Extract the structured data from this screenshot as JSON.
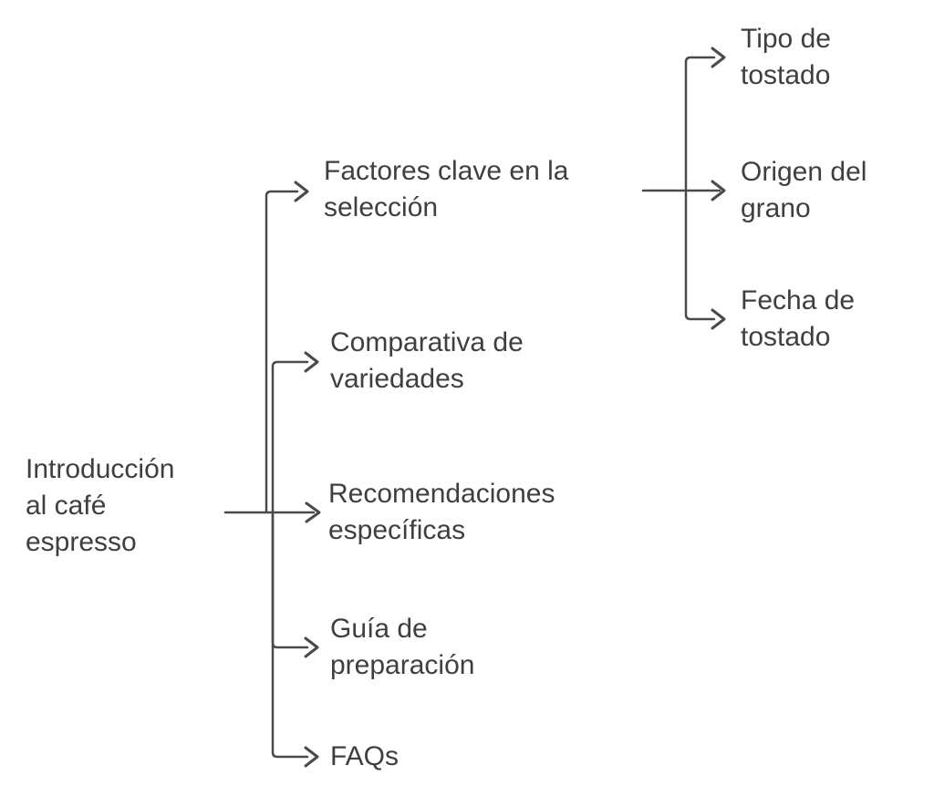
{
  "colors": {
    "line": "#4a4a4a",
    "text": "#3f3f3f",
    "background": "#ffffff"
  },
  "nodes": {
    "root": {
      "label": "Introducción al café espresso",
      "lines": [
        "Introducción",
        "al café",
        "espresso"
      ]
    },
    "factores": {
      "label": "Factores clave en la selección",
      "lines": [
        "Factores clave en la",
        "selección"
      ]
    },
    "comparativa": {
      "label": "Comparativa de variedades",
      "lines": [
        "Comparativa de",
        "variedades"
      ]
    },
    "recomendaciones": {
      "label": "Recomendaciones específicas",
      "lines": [
        "Recomendaciones",
        "específicas"
      ]
    },
    "guia": {
      "label": "Guía de preparación",
      "lines": [
        "Guía de",
        "preparación"
      ]
    },
    "faqs": {
      "label": "FAQs",
      "lines": [
        "FAQs"
      ]
    },
    "tipo": {
      "label": "Tipo de tostado",
      "lines": [
        "Tipo de",
        "tostado"
      ]
    },
    "origen": {
      "label": "Origen del grano",
      "lines": [
        "Origen del",
        "grano"
      ]
    },
    "fecha": {
      "label": "Fecha de tostado",
      "lines": [
        "Fecha de",
        "tostado"
      ]
    }
  }
}
